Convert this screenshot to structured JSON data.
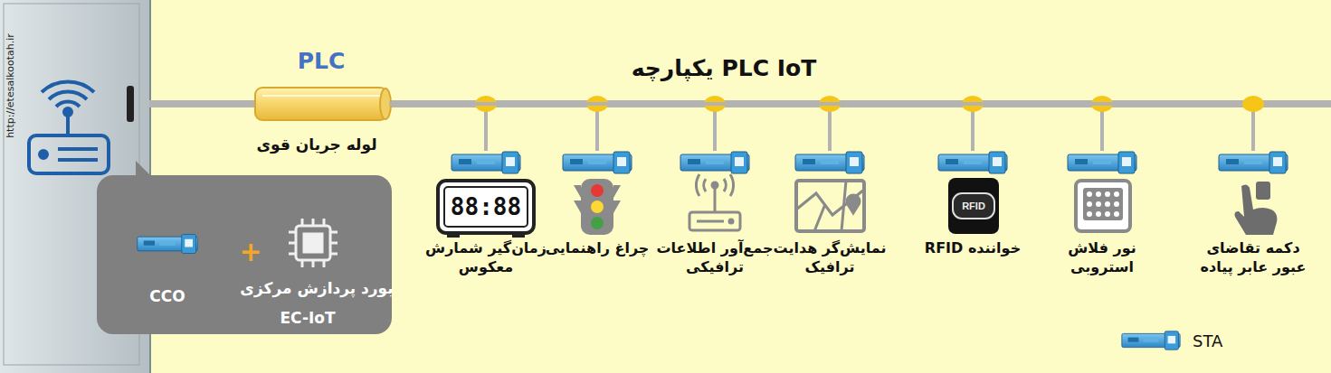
{
  "diagram": {
    "title": "PLC IoT یکپارچه",
    "nodes": [
      {
        "text": [
          "CCO",
          "بورد پردازش مرکزی",
          "EC-IoT"
        ]
      },
      {
        "text": [
          "PLC",
          "لوله جریان قوی"
        ]
      },
      {
        "text": [
          "زمان‌گیر شمارش معکوس"
        ]
      },
      {
        "text": [
          "چراغ راهنمایی"
        ]
      },
      {
        "text": [
          "جمع‌آور اطلاعات ترافیکی"
        ]
      },
      {
        "text": [
          "نمایش‌گر هدایت ترافیک"
        ]
      },
      {
        "text": [
          "خواننده RFID"
        ]
      },
      {
        "text": [
          "نور فلاش استروبی"
        ]
      },
      {
        "text": [
          "دکمه تقاضای عبور عابر پیاده"
        ]
      }
    ],
    "edges": [
      {
        "from": 1,
        "to": 2,
        "arrow": "none"
      },
      {
        "from": 1,
        "to": 3,
        "arrow": "none"
      },
      {
        "from": 1,
        "to": 4,
        "arrow": "none"
      },
      {
        "from": 1,
        "to": 5,
        "arrow": "none"
      },
      {
        "from": 1,
        "to": 6,
        "arrow": "none"
      },
      {
        "from": 1,
        "to": 7,
        "arrow": "none"
      },
      {
        "from": 1,
        "to": 8,
        "arrow": "none"
      }
    ],
    "labels": [
      "http://etesalkootah.ir",
      "+",
      "88:88",
      "RFID"
    ],
    "legend": [
      {
        "text": "STA"
      }
    ]
  }
}
